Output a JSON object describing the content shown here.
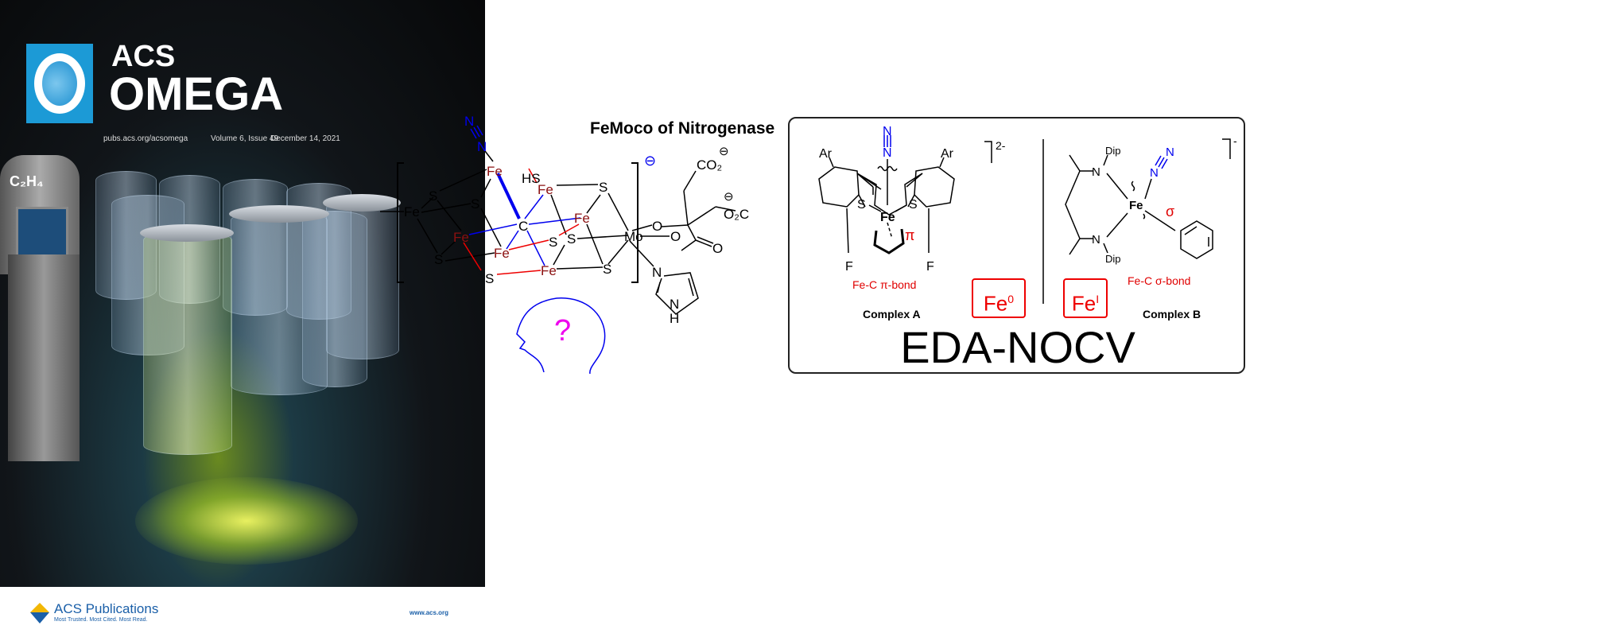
{
  "cover": {
    "journal_line1": "ACS",
    "journal_line2": "OMEGA",
    "url": "pubs.acs.org/acsomega",
    "volume": "Volume 6, Issue 49",
    "date": "December 14, 2021",
    "molecule_label": "C₂H₄",
    "publisher": "ACS Publications",
    "tagline": "Most Trusted. Most Cited. Most Read.",
    "website": "www.acs.org"
  },
  "femoco": {
    "title": "FeMoco of Nitrogenase",
    "atoms": {
      "n1": "N",
      "n2": "N",
      "fe": "Fe",
      "s": "S",
      "c": "C",
      "mo": "Mo",
      "hs": "HS",
      "o": "O",
      "co2": "CO₂",
      "o2c": "O₂C",
      "nh": "N",
      "h": "H",
      "charge": "⊖"
    },
    "question": "?"
  },
  "comparison": {
    "complex_a": {
      "name": "Complex A",
      "bond": "Fe-C π-bond",
      "symbol": "π",
      "charge": "2-",
      "oxidation": "Fe",
      "oxidation_sup": "0",
      "ar": "Ar",
      "f": "F",
      "s": "S",
      "fe": "Fe",
      "n": "N"
    },
    "complex_b": {
      "name": "Complex B",
      "bond": "Fe-C σ-bond",
      "symbol": "σ",
      "charge": "-",
      "oxidation": "Fe",
      "oxidation_sup": "I",
      "dip": "Dip",
      "n": "N",
      "fe": "Fe"
    },
    "method": "EDA-NOCV"
  },
  "colors": {
    "red": "#e00000",
    "blue": "#0000ee",
    "magenta": "#ee00ee",
    "fe_dark": "#8b1010"
  }
}
